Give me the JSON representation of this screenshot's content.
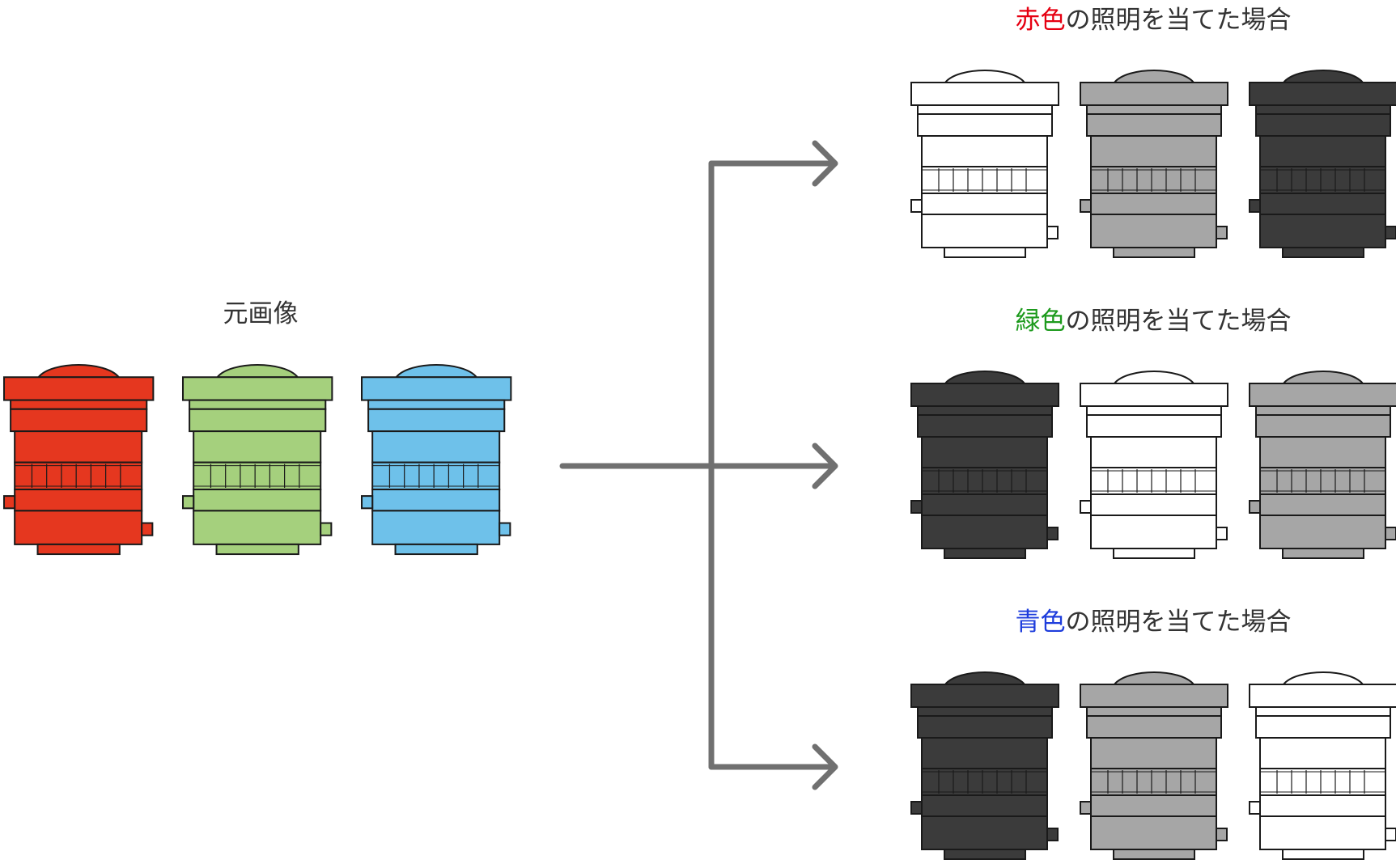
{
  "original": {
    "label": "元画像",
    "lenses": [
      {
        "name": "red",
        "fill": "#e5371f"
      },
      {
        "name": "green",
        "fill": "#a5d07d"
      },
      {
        "name": "blue",
        "fill": "#6ec1ea"
      }
    ]
  },
  "connector_color": "#707070",
  "outline_color": "#1a1a1a",
  "results": [
    {
      "color_word": "赤色",
      "color_hex": "#e60012",
      "suffix": "の照明を当てた場合",
      "lens_fills": [
        "#ffffff",
        "#a6a6a6",
        "#3b3b3b"
      ]
    },
    {
      "color_word": "緑色",
      "color_hex": "#1d9a1d",
      "suffix": "の照明を当てた場合",
      "lens_fills": [
        "#3b3b3b",
        "#ffffff",
        "#a6a6a6"
      ]
    },
    {
      "color_word": "青色",
      "color_hex": "#1e3ddc",
      "suffix": "の照明を当てた場合",
      "lens_fills": [
        "#3b3b3b",
        "#a6a6a6",
        "#ffffff"
      ]
    }
  ]
}
